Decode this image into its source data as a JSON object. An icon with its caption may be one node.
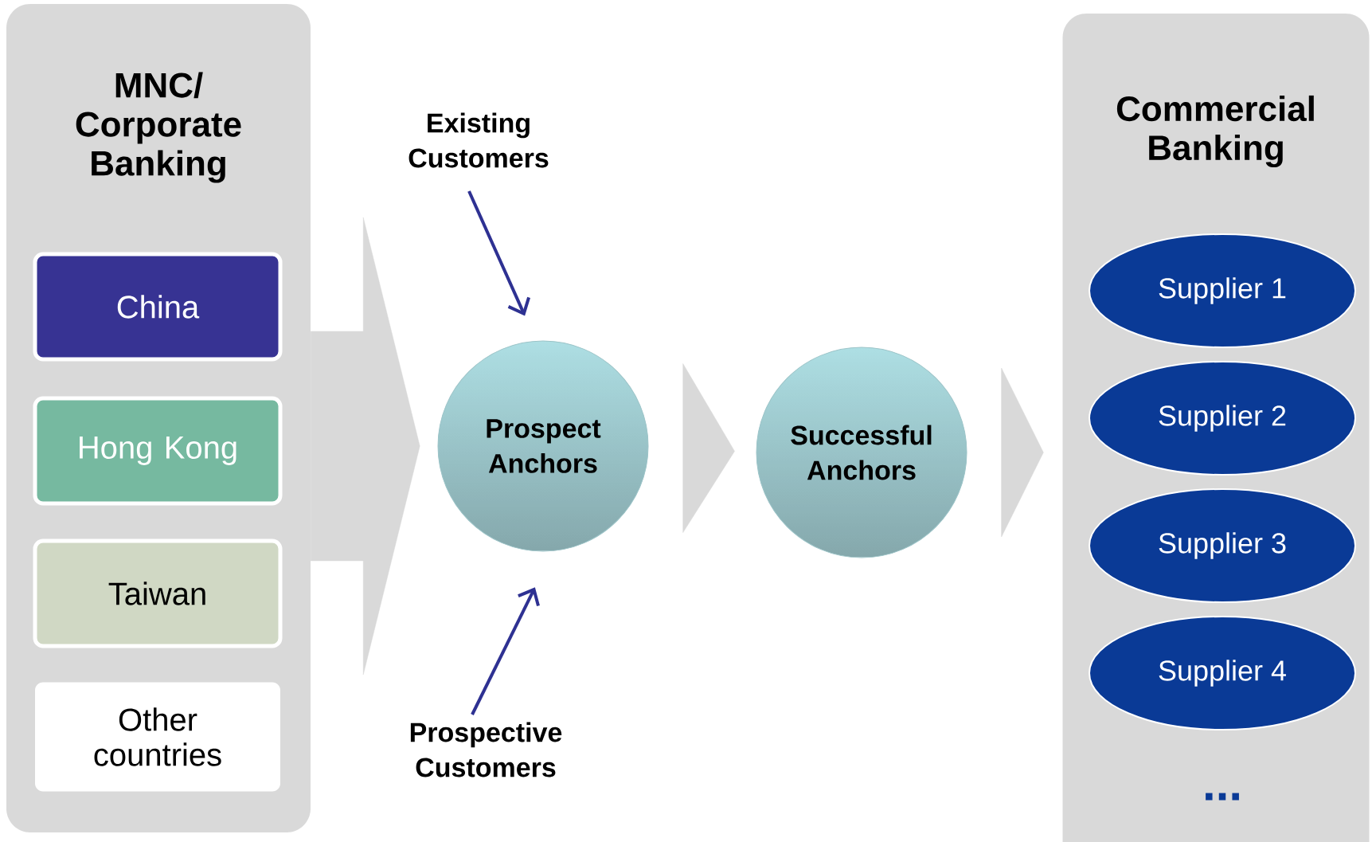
{
  "diagram": {
    "nodes": [
      {
        "text": [
          "MNC/ Corporate Banking"
        ]
      },
      {
        "text": [
          "China"
        ],
        "in": 0
      },
      {
        "text": [
          "Hong Kong"
        ],
        "in": 0
      },
      {
        "text": [
          "Taiwan"
        ],
        "in": 0
      },
      {
        "text": [
          "Other countries"
        ],
        "in": 0
      },
      {
        "text": [
          "Existing Customers"
        ]
      },
      {
        "text": [
          "Prospect Anchors"
        ]
      },
      {
        "text": [
          "Successful Anchors"
        ]
      },
      {
        "text": [
          "Prospective Customers"
        ]
      },
      {
        "text": [
          "Commercial Banking"
        ]
      },
      {
        "text": [
          "Supplier 1"
        ],
        "in": 9
      },
      {
        "text": [
          "Supplier 2"
        ],
        "in": 9
      },
      {
        "text": [
          "Supplier 3"
        ],
        "in": 9
      },
      {
        "text": [
          "Supplier 4"
        ],
        "in": 9
      }
    ],
    "edges": [
      {
        "from": 5,
        "to": 6,
        "arrow": "to",
        "color": "#2e3192"
      },
      {
        "from": 8,
        "to": 6,
        "arrow": "to",
        "color": "#2e3192"
      },
      {
        "from": 0,
        "to": 6,
        "arrow": "to",
        "style": "thick",
        "color": "#d9d9d9"
      },
      {
        "from": 6,
        "to": 7,
        "arrow": "to",
        "style": "thick",
        "color": "#d9d9d9"
      },
      {
        "from": 7,
        "to": 9,
        "arrow": "to",
        "style": "thick",
        "color": "#d9d9d9"
      }
    ],
    "labels": [
      "..."
    ]
  }
}
